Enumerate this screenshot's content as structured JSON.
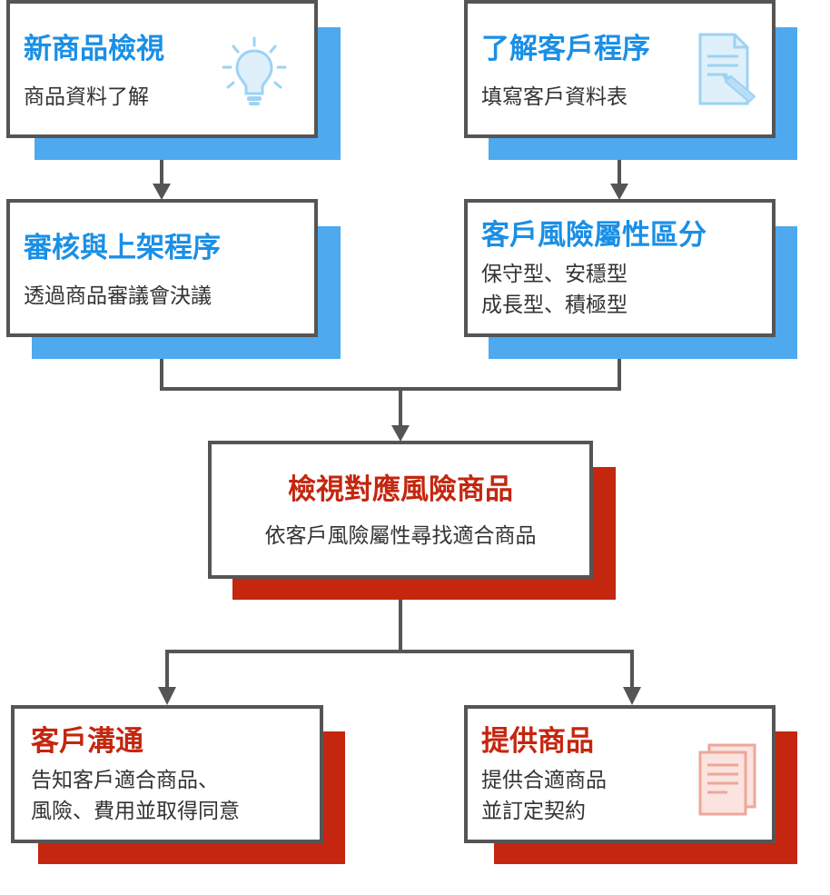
{
  "colors": {
    "blue_accent": "#1a8fe6",
    "blue_shadow": "#4ea9ef",
    "red_accent": "#c4260f",
    "border": "#555555",
    "text": "#333333"
  },
  "boxes": {
    "new_product_review": {
      "title": "新商品檢視",
      "lines": [
        "商品資料了解"
      ],
      "icon": "lightbulb-icon"
    },
    "know_customer": {
      "title": "了解客戶程序",
      "lines": [
        "填寫客戶資料表"
      ],
      "icon": "form-pencil-icon"
    },
    "review_listing": {
      "title": "審核與上架程序",
      "lines": [
        "透過商品審議會決議"
      ]
    },
    "risk_classification": {
      "title": "客戶風險屬性區分",
      "lines": [
        "保守型、安穩型",
        "成長型、積極型"
      ]
    },
    "risk_match": {
      "title": "檢視對應風險商品",
      "lines": [
        "依客戶風險屬性尋找適合商品"
      ]
    },
    "customer_communication": {
      "title": "客戶溝通",
      "lines": [
        "告知客戶適合商品、",
        "風險、費用並取得同意"
      ]
    },
    "provide_product": {
      "title": "提供商品",
      "lines": [
        "提供合適商品",
        "並訂定契約"
      ],
      "icon": "documents-icon"
    }
  }
}
